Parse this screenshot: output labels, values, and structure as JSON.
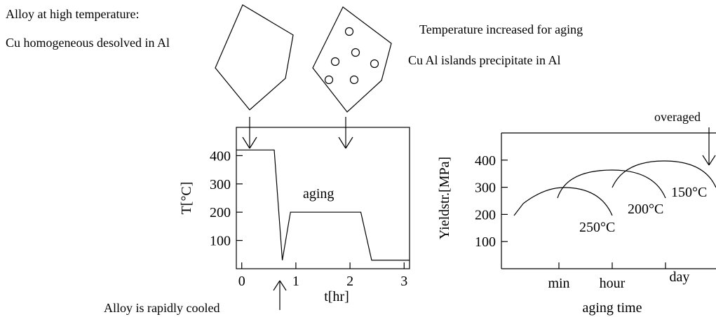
{
  "annotations": {
    "high_temp_title": "Alloy at high temperature:",
    "high_temp_desc": "Cu homogeneous desolved in Al",
    "aging_title": "Temperature increased for aging",
    "aging_desc": "Cu Al islands precipitate in Al",
    "cooled": "Alloy is rapidly cooled",
    "overaged": "overaged"
  },
  "chart_data": [
    {
      "type": "line",
      "xlabel": "t[hr]",
      "ylabel": "T[°C]",
      "x_ticks": [
        "0",
        "1",
        "2",
        "3"
      ],
      "y_ticks": [
        "400",
        "300",
        "200",
        "100"
      ],
      "xlim": [
        -0.1,
        3.1
      ],
      "ylim": [
        0,
        500
      ],
      "region_label": "aging",
      "series": [
        {
          "x": [
            -0.1,
            0.6,
            0.75,
            0.9,
            2.2,
            2.4,
            3.1
          ],
          "y": [
            420,
            420,
            30,
            200,
            200,
            30,
            30
          ]
        }
      ]
    },
    {
      "type": "line",
      "xlabel": "aging time",
      "ylabel": "Yieldstr.[MPa]",
      "x_ticks": [
        "min",
        "hour",
        "day"
      ],
      "y_ticks": [
        "400",
        "300",
        "200",
        "100"
      ],
      "ylim": [
        0,
        500
      ],
      "series": [
        {
          "name": "250°C",
          "peak": 300
        },
        {
          "name": "200°C",
          "peak": 360
        },
        {
          "name": "150°C",
          "peak": 400
        }
      ]
    }
  ]
}
